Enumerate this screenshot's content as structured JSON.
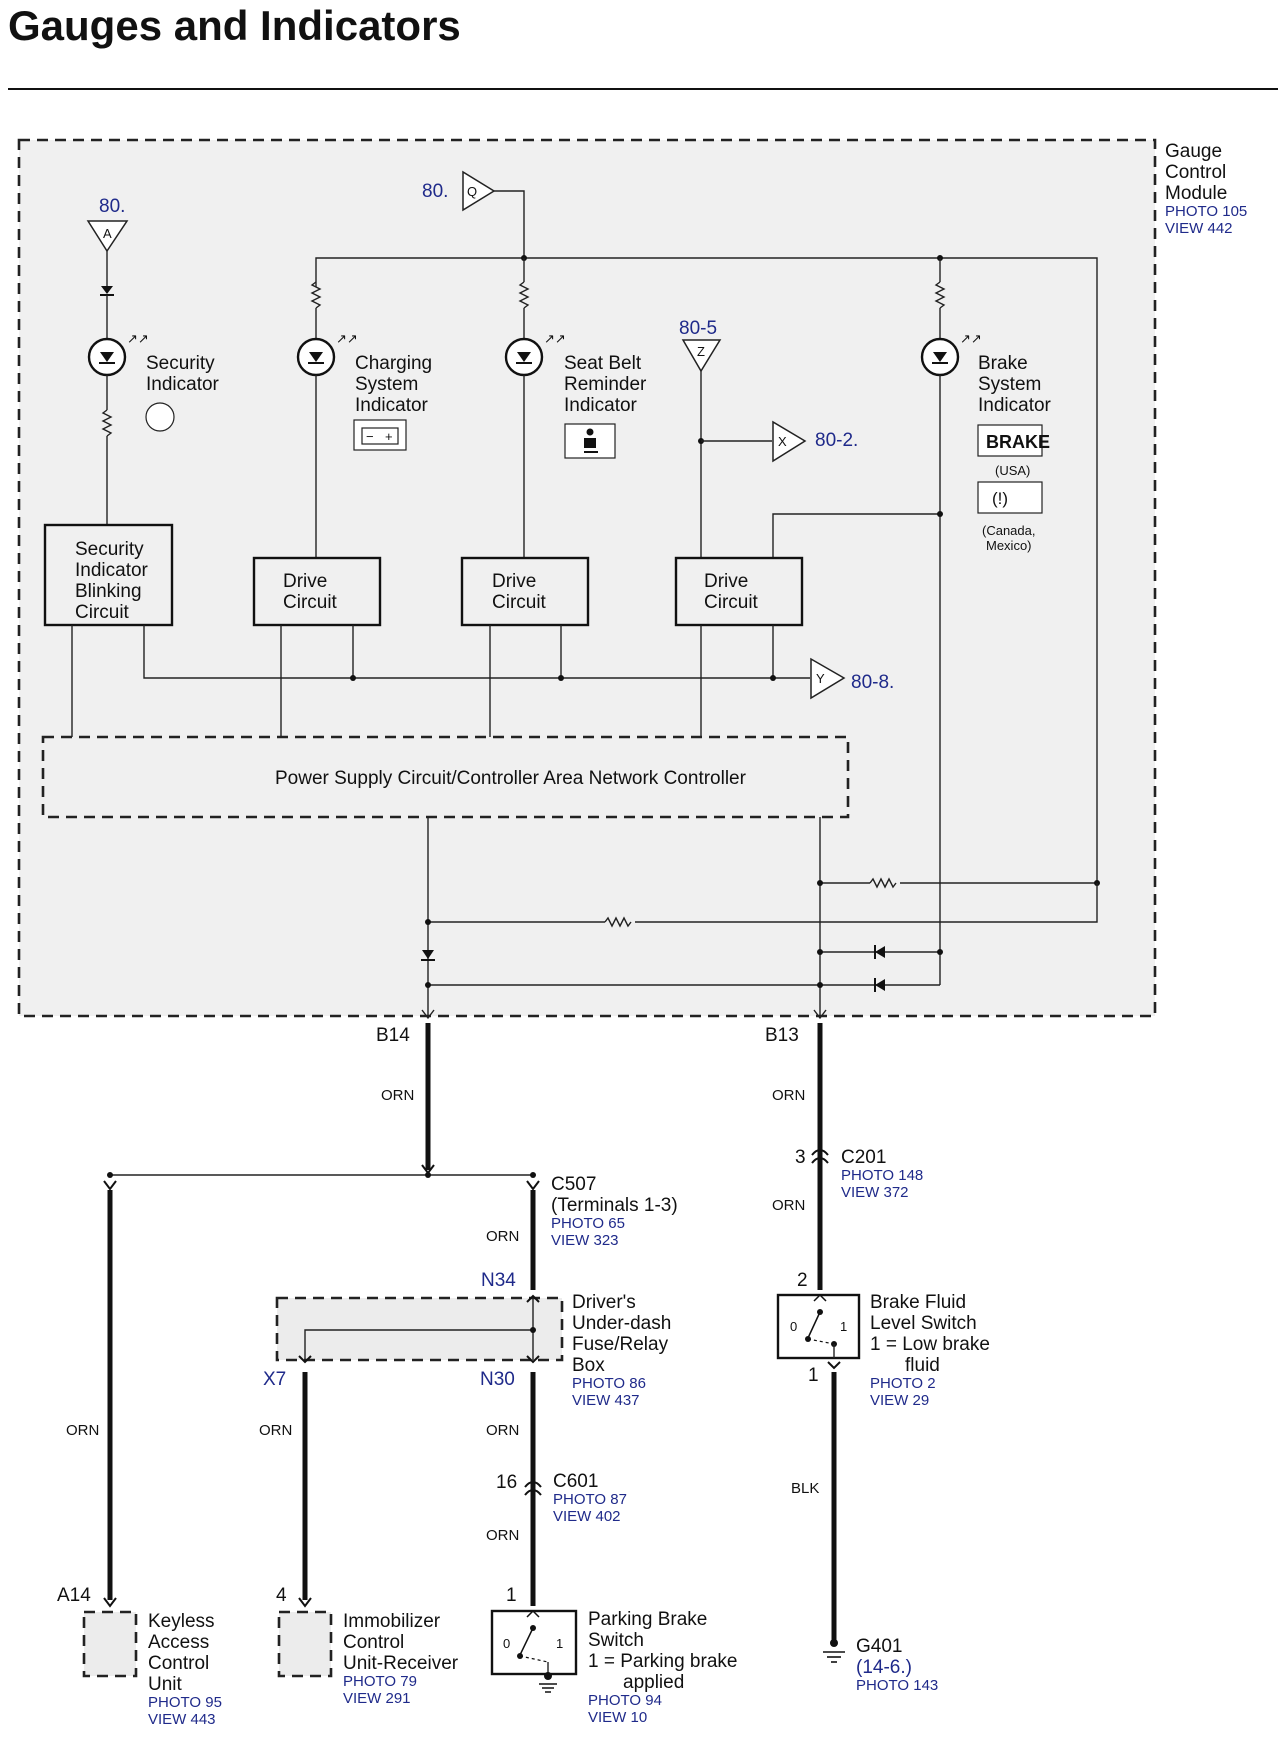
{
  "page": {
    "title": "Gauges and Indicators"
  },
  "module": {
    "name_lines": [
      "Gauge",
      "Control",
      "Module"
    ],
    "photo": "PHOTO 105",
    "view": "VIEW 442"
  },
  "refs": {
    "a_num": "80.",
    "a_letter": "A",
    "q_num": "80.",
    "q_letter": "Q",
    "z_num": "80-5",
    "z_letter": "Z",
    "x_letter": "X",
    "x_num": "80-2.",
    "y_letter": "Y",
    "y_num": "80-8."
  },
  "indicators": {
    "security": [
      "Security",
      "Indicator"
    ],
    "charging": [
      "Charging",
      "System",
      "Indicator"
    ],
    "seatbelt": [
      "Seat Belt",
      "Reminder",
      "Indicator"
    ],
    "brake": [
      "Brake",
      "System",
      "Indicator"
    ],
    "brake_symbol": "BRAKE",
    "brake_usa": "(USA)",
    "brake_canada": [
      "(Canada,",
      "Mexico)"
    ],
    "brake_icon": "(!)"
  },
  "circuits": {
    "security_blink": [
      "Security",
      "Indicator",
      "Blinking",
      "Circuit"
    ],
    "drive1": [
      "Drive",
      "Circuit"
    ],
    "drive2": [
      "Drive",
      "Circuit"
    ],
    "drive3": [
      "Drive",
      "Circuit"
    ],
    "power": "Power Supply Circuit/Controller Area Network Controller"
  },
  "terminals": {
    "b14": "B14",
    "b13": "B13"
  },
  "wires": {
    "orn": "ORN",
    "blk": "BLK"
  },
  "c507": {
    "name": "C507",
    "sub": "(Terminals 1-3)",
    "photo": "PHOTO 65",
    "view": "VIEW 323"
  },
  "c201": {
    "pin_top": "3",
    "name": "C201",
    "photo": "PHOTO 148",
    "view": "VIEW 372"
  },
  "fuse_box": {
    "n34": "N34",
    "x7": "X7",
    "n30": "N30",
    "name_lines": [
      "Driver's",
      "Under-dash",
      "Fuse/Relay",
      "Box"
    ],
    "photo": "PHOTO 86",
    "view": "VIEW 437"
  },
  "c601": {
    "pin": "16",
    "name": "C601",
    "photo": "PHOTO 87",
    "view": "VIEW 402"
  },
  "brake_fluid": {
    "pin_top": "2",
    "pin_bottom": "1",
    "pos0": "0",
    "pos1": "1",
    "name_lines": [
      "Brake Fluid",
      "Level Switch",
      "1 = Low brake",
      "fluid"
    ],
    "photo": "PHOTO 2",
    "view": "VIEW 29"
  },
  "g401": {
    "name": "G401",
    "ref": "(14-6.)",
    "photo": "PHOTO 143"
  },
  "keyless": {
    "pin": "A14",
    "name_lines": [
      "Keyless",
      "Access",
      "Control",
      "Unit"
    ],
    "photo": "PHOTO 95",
    "view": "VIEW 443"
  },
  "immobilizer": {
    "pin": "4",
    "name_lines": [
      "Immobilizer",
      "Control",
      "Unit-Receiver"
    ],
    "photo": "PHOTO 79",
    "view": "VIEW 291"
  },
  "parking_brake": {
    "pin": "1",
    "pos0": "0",
    "pos1": "1",
    "name_lines": [
      "Parking Brake",
      "Switch",
      "1 = Parking brake",
      "applied"
    ],
    "photo": "PHOTO 94",
    "view": "VIEW 10"
  }
}
